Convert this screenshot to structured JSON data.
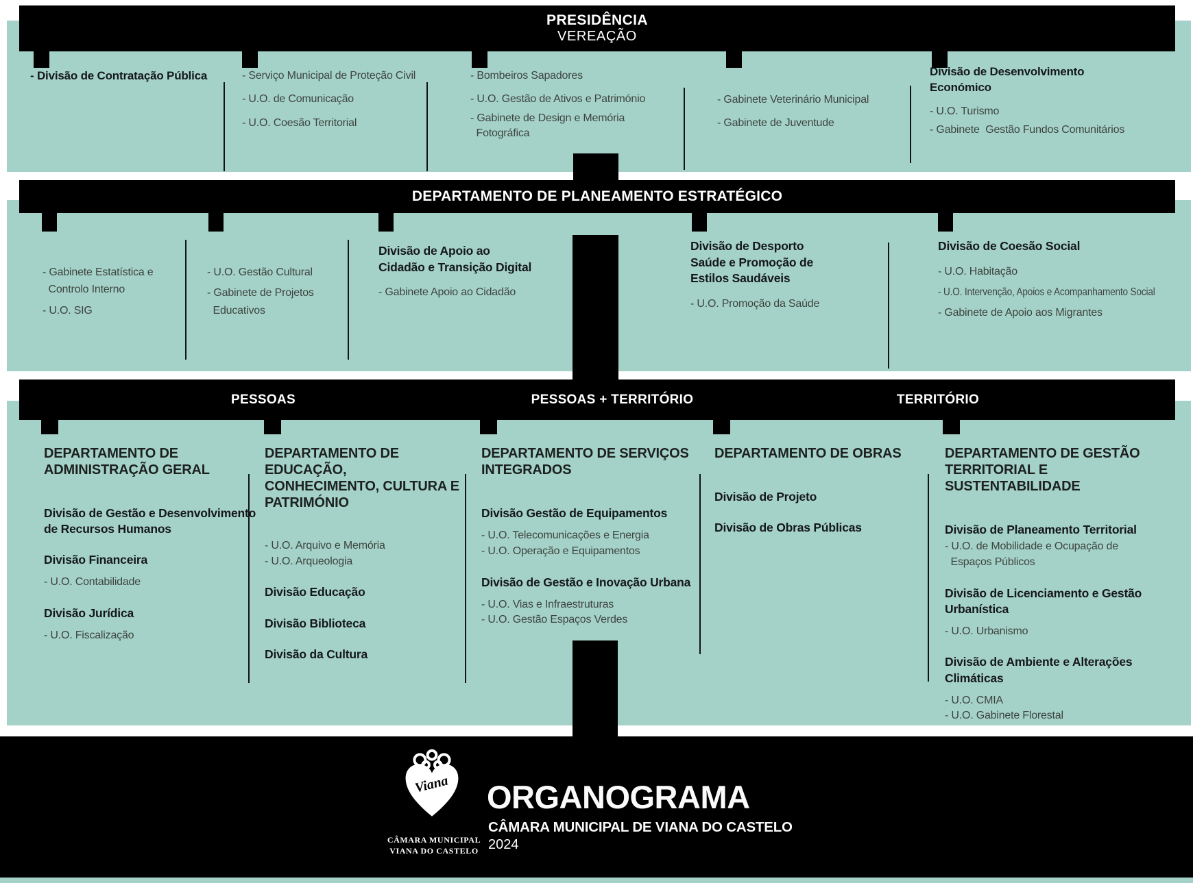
{
  "palette": {
    "teal": "#a5d2c8",
    "ink": "#000000",
    "paper": "#ffffff",
    "text_regular": "#3d4440",
    "text_strong": "#15181a"
  },
  "bars": {
    "presidencia": {
      "line1": "PRESIDÊNCIA",
      "line2": "VEREAÇÃO"
    },
    "planeamento": {
      "title": "DEPARTAMENTO DE PLANEAMENTO ESTRATÉGICO"
    },
    "grupos": {
      "left": "PESSOAS",
      "center": "PESSOAS + TERRITÓRIO",
      "right": "TERRITÓRIO"
    }
  },
  "presidencia": {
    "columns": [
      {
        "items": [
          {
            "text": "- Divisão de Contratação Pública",
            "style": "division"
          }
        ]
      },
      {
        "items": [
          {
            "text": "- Serviço Municipal de Proteção Civil",
            "style": "uo"
          },
          {
            "text": "- U.O. de Comunicação",
            "style": "uo"
          },
          {
            "text": "- U.O. Coesão Territorial",
            "style": "uo"
          }
        ]
      },
      {
        "items": [
          {
            "text": "- Bombeiros Sapadores",
            "style": "uo"
          },
          {
            "text": "- U.O. Gestão de Ativos e Património",
            "style": "uo"
          },
          {
            "text": "- Gabinete de Design e Memória\n  Fotográfica",
            "style": "uo",
            "tight": true
          }
        ]
      },
      {
        "items": [
          {
            "text": "- Gabinete Veterinário Municipal",
            "style": "uo"
          },
          {
            "text": "- Gabinete de Juventude",
            "style": "uo"
          }
        ]
      },
      {
        "items": [
          {
            "text": "Divisão de Desenvolvimento\nEconómico",
            "style": "division"
          },
          {
            "text": "- U.O. Turismo",
            "style": "uo"
          },
          {
            "text": "- Gabinete  Gestão Fundos Comunitários",
            "style": "uo",
            "tight": true
          }
        ]
      }
    ]
  },
  "planeamento": {
    "columns": [
      {
        "items": [
          {
            "text": "- Gabinete Estatística e\n  Controlo Interno",
            "style": "uo"
          },
          {
            "text": "- U.O. SIG",
            "style": "uo",
            "tight": true
          }
        ]
      },
      {
        "items": [
          {
            "text": "- U.O. Gestão Cultural",
            "style": "uo"
          },
          {
            "text": "- Gabinete de Projetos\n  Educativos",
            "style": "uo",
            "tight": true
          }
        ]
      },
      {
        "items": [
          {
            "text": "Divisão de Apoio ao\nCidadão e Transição Digital",
            "style": "division"
          },
          {
            "text": "- Gabinete Apoio ao Cidadão",
            "style": "uo"
          }
        ]
      },
      {
        "items": [
          {
            "text": "Divisão de Desporto\nSaúde e Promoção de\nEstilos Saudáveis",
            "style": "division"
          },
          {
            "text": "- U.O. Promoção da Saúde",
            "style": "uo"
          }
        ]
      },
      {
        "items": [
          {
            "text": "Divisão de Coesão Social",
            "style": "division"
          },
          {
            "text": "- U.O. Habitação",
            "style": "uo"
          },
          {
            "text": "- U.O. Intervenção, Apoios e Acompanhamento Social",
            "style": "uo condensed",
            "tight": true
          },
          {
            "text": "- Gabinete de Apoio aos Migrantes",
            "style": "uo",
            "tight": true
          }
        ]
      }
    ]
  },
  "departamentos": {
    "columns": [
      {
        "items": [
          {
            "text": "DEPARTAMENTO DE\nADMINISTRAÇÃO GERAL",
            "style": "dept"
          },
          {
            "text": "Divisão de Gestão e Desenvolvimento\nde Recursos Humanos",
            "style": "division"
          },
          {
            "text": "Divisão Financeira",
            "style": "division"
          },
          {
            "text": "- U.O. Contabilidade",
            "style": "uo"
          },
          {
            "text": "Divisão Jurídica",
            "style": "division"
          },
          {
            "text": "- U.O. Fiscalização",
            "style": "uo"
          }
        ]
      },
      {
        "items": [
          {
            "text": "DEPARTAMENTO DE EDUCAÇÃO,\nCONHECIMENTO, CULTURA E\nPATRIMÓNIO",
            "style": "dept"
          },
          {
            "text": "- U.O. Arquivo e Memória",
            "style": "uo"
          },
          {
            "text": "- U.O. Arqueologia",
            "style": "uo"
          },
          {
            "text": "Divisão Educação",
            "style": "division"
          },
          {
            "text": "Divisão Biblioteca",
            "style": "division"
          },
          {
            "text": "Divisão da Cultura",
            "style": "division"
          }
        ]
      },
      {
        "items": [
          {
            "text": "DEPARTAMENTO DE SERVIÇOS\nINTEGRADOS",
            "style": "dept"
          },
          {
            "text": "Divisão Gestão de Equipamentos",
            "style": "division"
          },
          {
            "text": "- U.O. Telecomunicações e Energia",
            "style": "uo"
          },
          {
            "text": "- U.O. Operação e Equipamentos",
            "style": "uo"
          },
          {
            "text": "Divisão de Gestão e Inovação Urbana",
            "style": "division"
          },
          {
            "text": "- U.O. Vias e Infraestruturas",
            "style": "uo"
          },
          {
            "text": "- U.O. Gestão Espaços Verdes",
            "style": "uo"
          }
        ]
      },
      {
        "items": [
          {
            "text": "DEPARTAMENTO DE OBRAS",
            "style": "dept"
          },
          {
            "text": "Divisão de Projeto",
            "style": "division"
          },
          {
            "text": "Divisão de Obras Públicas",
            "style": "division"
          }
        ]
      },
      {
        "items": [
          {
            "text": "DEPARTAMENTO DE GESTÃO\nTERRITORIAL E SUSTENTABILIDADE",
            "style": "dept"
          },
          {
            "text": "Divisão de Planeamento Territorial",
            "style": "division"
          },
          {
            "text": "- U.O. de Mobilidade e Ocupação de\n  Espaços Públicos",
            "style": "uo",
            "tight": true
          },
          {
            "text": "Divisão de Licenciamento e Gestão\nUrbanística",
            "style": "division"
          },
          {
            "text": "- U.O. Urbanismo",
            "style": "uo",
            "spaced": true
          },
          {
            "text": "Divisão de Ambiente e Alterações\nClimáticas",
            "style": "division"
          },
          {
            "text": "- U.O. CMIA",
            "style": "uo",
            "spaced": true
          },
          {
            "text": "- U.O. Gabinete Florestal",
            "style": "uo"
          }
        ]
      }
    ]
  },
  "footer": {
    "logo_text": "Viana",
    "logo_caption_line1": "CÂMARA MUNICIPAL",
    "logo_caption_line2": "VIANA DO CASTELO",
    "title": "ORGANOGRAMA",
    "subtitle": "CÂMARA MUNICIPAL DE VIANA DO CASTELO",
    "year": "2024"
  }
}
